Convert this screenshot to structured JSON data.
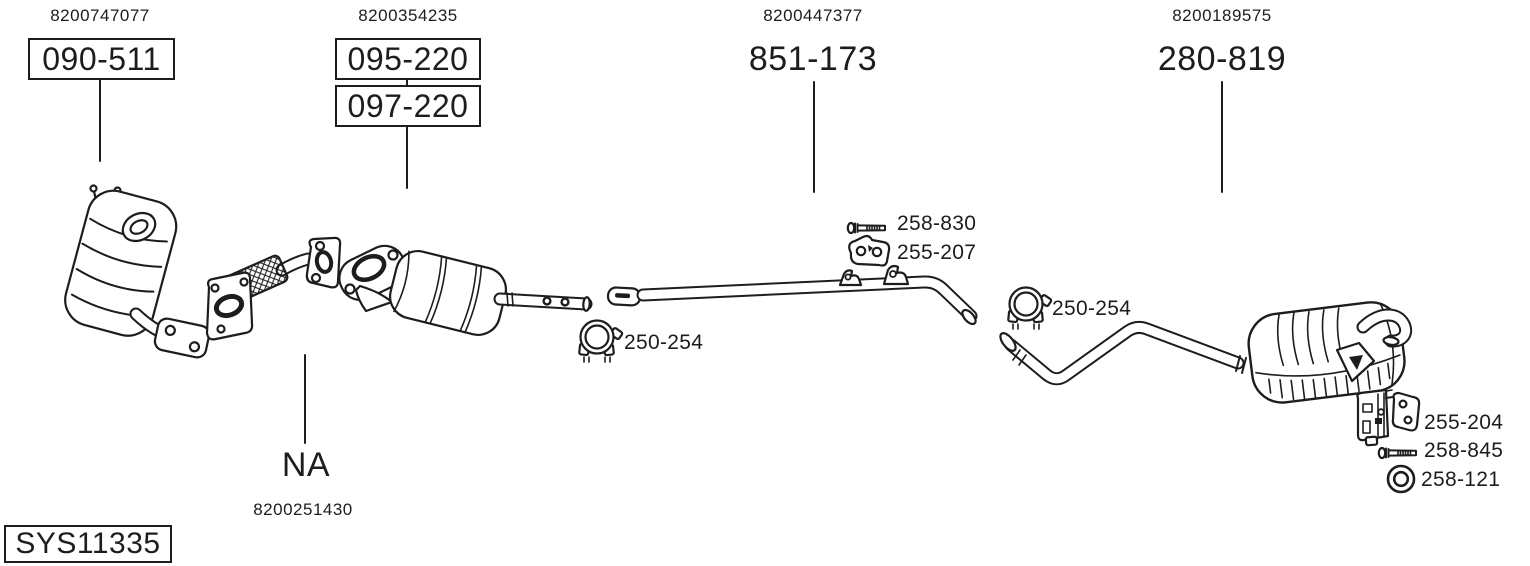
{
  "system_code": "SYS11335",
  "callouts": {
    "front_cat": {
      "ref": "8200747077",
      "part": "090-511"
    },
    "mid_cat": {
      "ref": "8200354235",
      "part_top": "095-220",
      "part_bottom": "097-220"
    },
    "center_pipe": {
      "ref": "8200447377",
      "part": "851-173"
    },
    "rear_muffler": {
      "ref": "8200189575",
      "part": "280-819"
    },
    "flex_pipe": {
      "part": "NA",
      "ref": "8200251430"
    }
  },
  "fittings": {
    "bolt_front": "258-830",
    "rubber_mount": "255-207",
    "clamp_mid": "250-254",
    "clamp_rear": "250-254",
    "hanger_bracket": "255-204",
    "bolt_rear": "258-845",
    "gasket_ring": "258-121"
  },
  "colors": {
    "line": "#1d1d1d",
    "background": "#ffffff"
  }
}
